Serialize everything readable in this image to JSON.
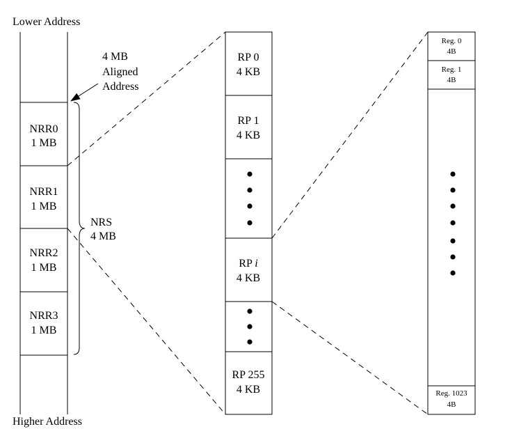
{
  "labels": {
    "lower_address": "Lower Address",
    "higher_address": "Higher Address",
    "aligned_line1": "4 MB",
    "aligned_line2": "Aligned",
    "aligned_line3": "Address",
    "nrs_line1": "NRS",
    "nrs_line2": "4 MB"
  },
  "nrr_regions": [
    {
      "name": "NRR0",
      "size": "1 MB"
    },
    {
      "name": "NRR1",
      "size": "1 MB"
    },
    {
      "name": "NRR2",
      "size": "1 MB"
    },
    {
      "name": "NRR3",
      "size": "1 MB"
    }
  ],
  "register_pages": {
    "rp0": {
      "name": "RP 0",
      "size": "4 KB"
    },
    "rp1": {
      "name": "RP 1",
      "size": "4 KB"
    },
    "rpi": {
      "name": "RP ",
      "index": "i",
      "size": "4 KB"
    },
    "rp255": {
      "name": "RP 255",
      "size": "4 KB"
    }
  },
  "registers": {
    "reg0": {
      "name": "Reg. 0",
      "size": "4B"
    },
    "reg1": {
      "name": "Reg. 1",
      "size": "4B"
    },
    "reg1023": {
      "name": "Reg. 1023",
      "size": "4B"
    }
  }
}
